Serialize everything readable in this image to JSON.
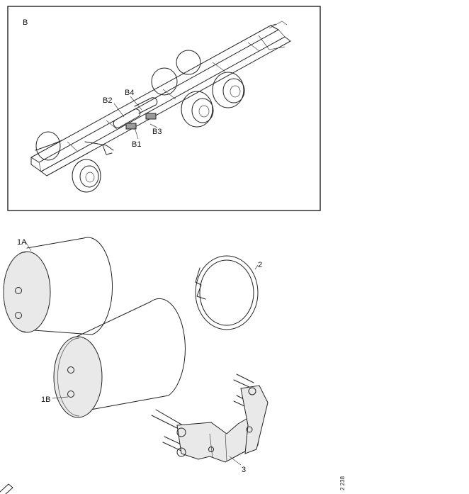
{
  "inset": {
    "title": "B",
    "callouts": {
      "b1": "B1",
      "b2": "B2",
      "b3": "B3",
      "b4": "B4"
    }
  },
  "parts": {
    "tank_1a": "1A",
    "tank_1b": "1B",
    "strap": "2",
    "bracket": "3"
  },
  "figure_number": "2 238"
}
